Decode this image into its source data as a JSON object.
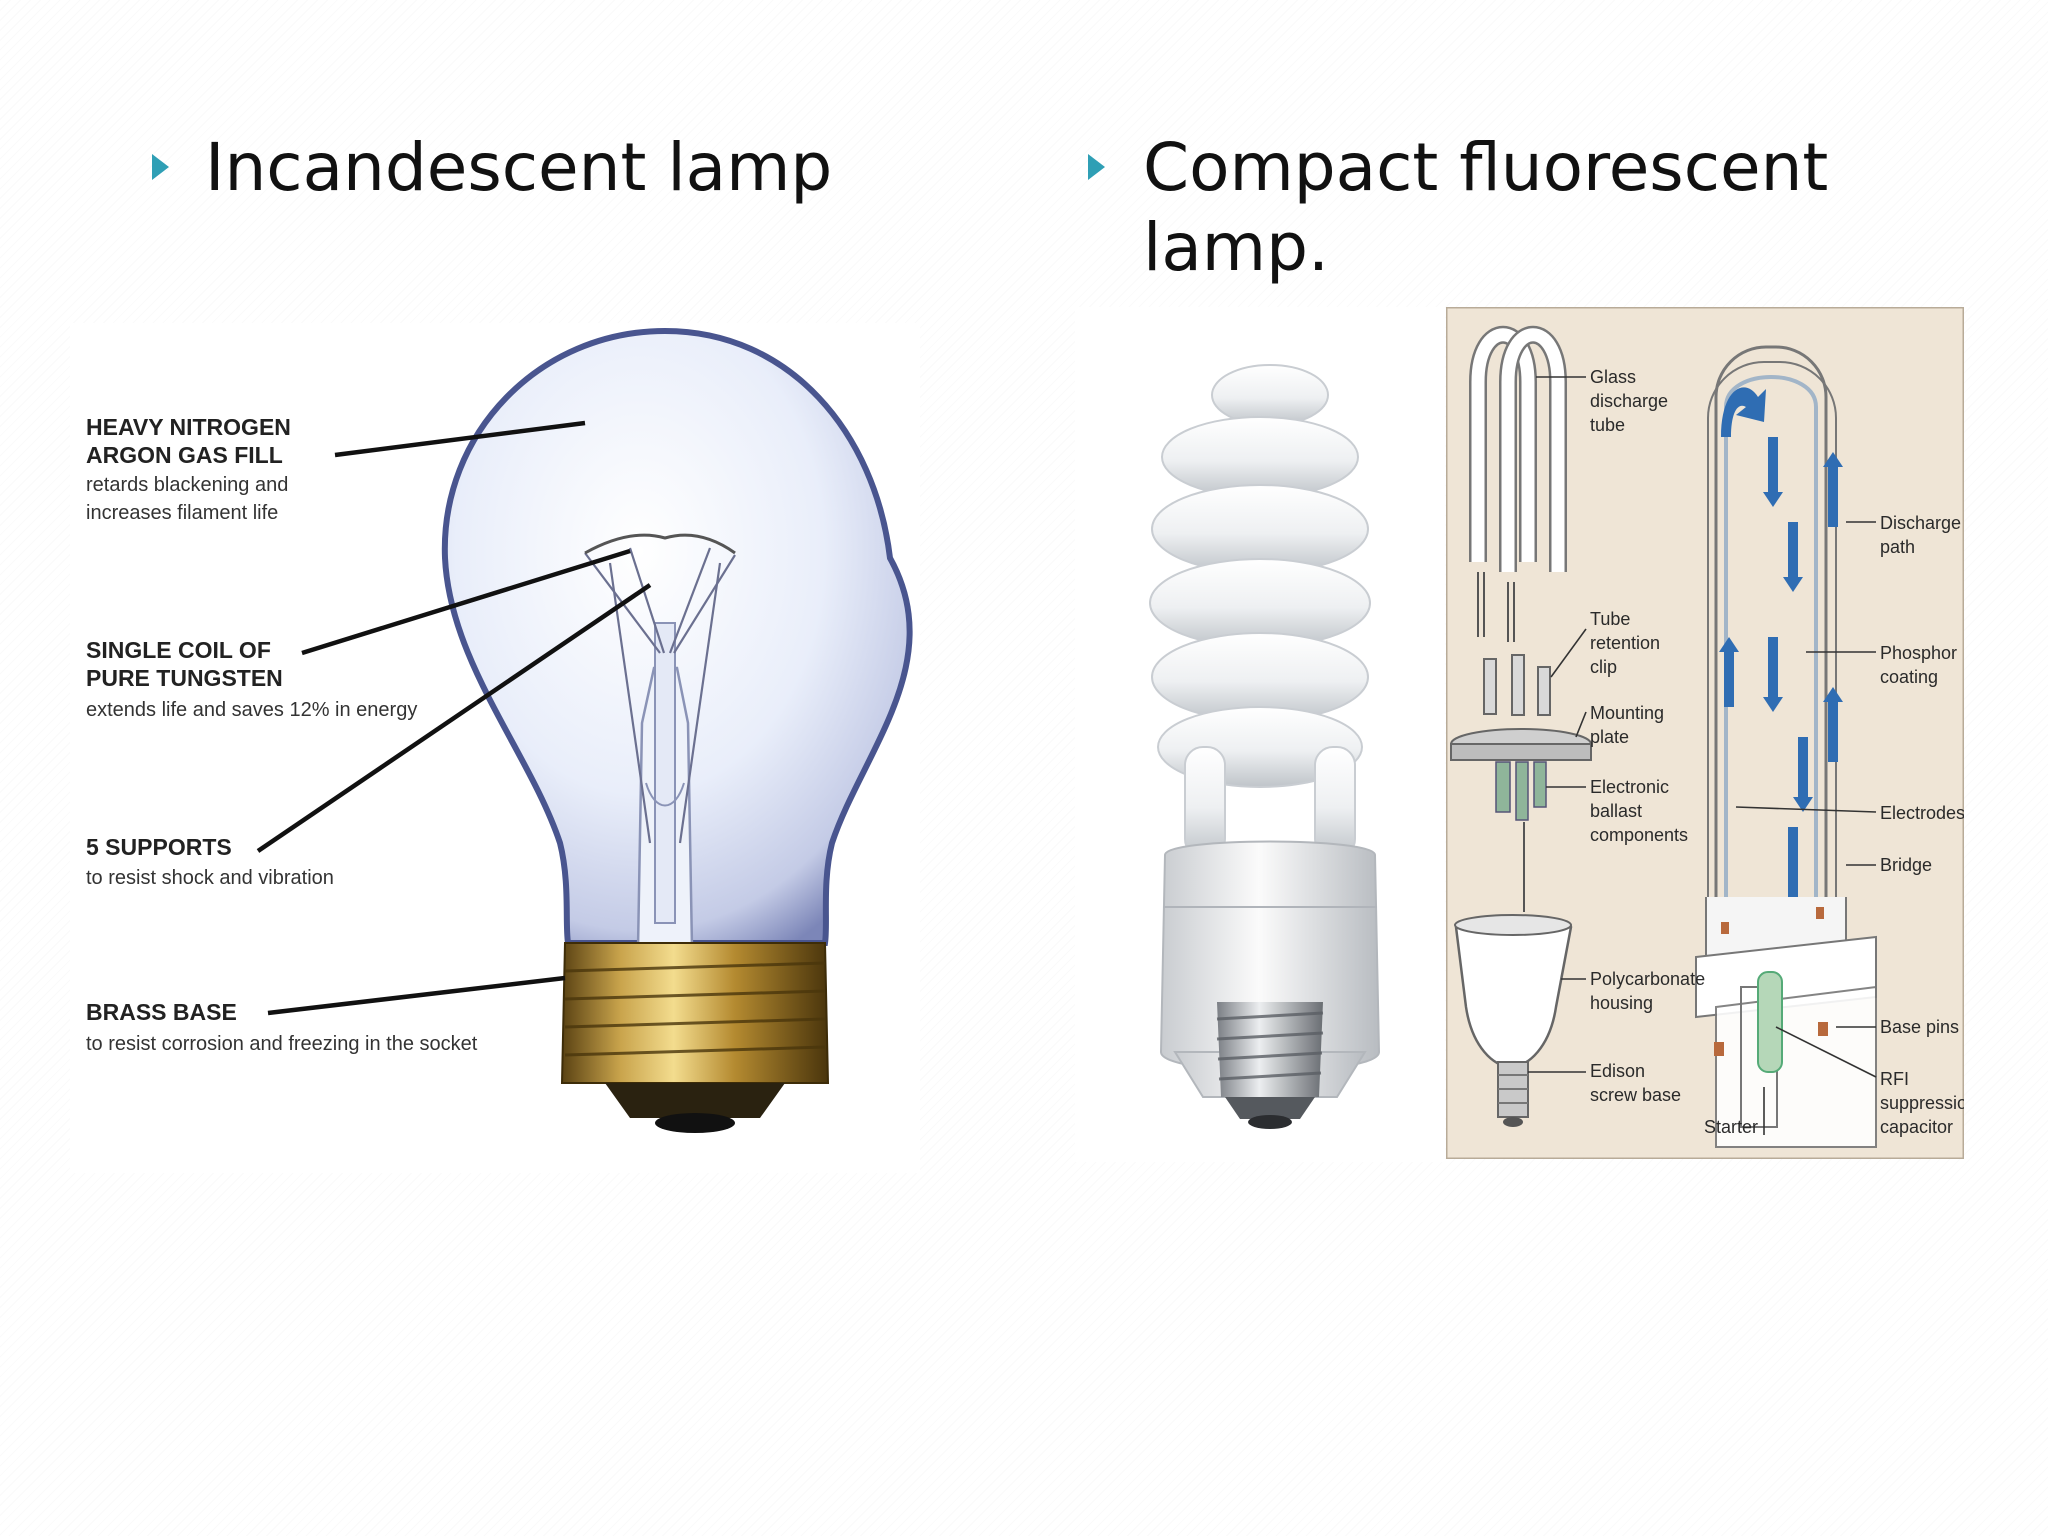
{
  "slide": {
    "left_heading": "Incandescent lamp",
    "right_heading_line1": "Compact fluorescent",
    "right_heading_line2": "lamp."
  },
  "incandescent_diagram": {
    "gas_fill": {
      "title1": "HEAVY NITROGEN",
      "title2": "ARGON GAS FILL",
      "desc1": "retards blackening and",
      "desc2": "increases filament life"
    },
    "coil": {
      "title1": "SINGLE COIL OF",
      "title2": "PURE TUNGSTEN",
      "desc1": "extends life and saves 12% in energy"
    },
    "supports": {
      "title1": "5 SUPPORTS",
      "desc1": "to resist shock and vibration"
    },
    "base": {
      "title1": "BRASS BASE",
      "desc1": "to resist corrosion and freezing in the socket"
    }
  },
  "cfl_diagram": {
    "labels": {
      "glass_tube_1": "Glass",
      "glass_tube_2": "discharge",
      "glass_tube_3": "tube",
      "retention_1": "Tube",
      "retention_2": "retention",
      "retention_3": "clip",
      "mounting_1": "Mounting",
      "mounting_2": "plate",
      "ballast_1": "Electronic",
      "ballast_2": "ballast",
      "ballast_3": "components",
      "housing_1": "Polycarbonate",
      "housing_2": "housing",
      "edison_1": "Edison",
      "edison_2": "screw base",
      "discharge_1": "Discharge",
      "discharge_2": "path",
      "phosphor_1": "Phosphor",
      "phosphor_2": "coating",
      "electrodes": "Electrodes",
      "bridge": "Bridge",
      "base_pins": "Base pins",
      "rfi_1": "RFI",
      "rfi_2": "suppression",
      "rfi_3": "capacitor",
      "starter": "Starter"
    }
  }
}
